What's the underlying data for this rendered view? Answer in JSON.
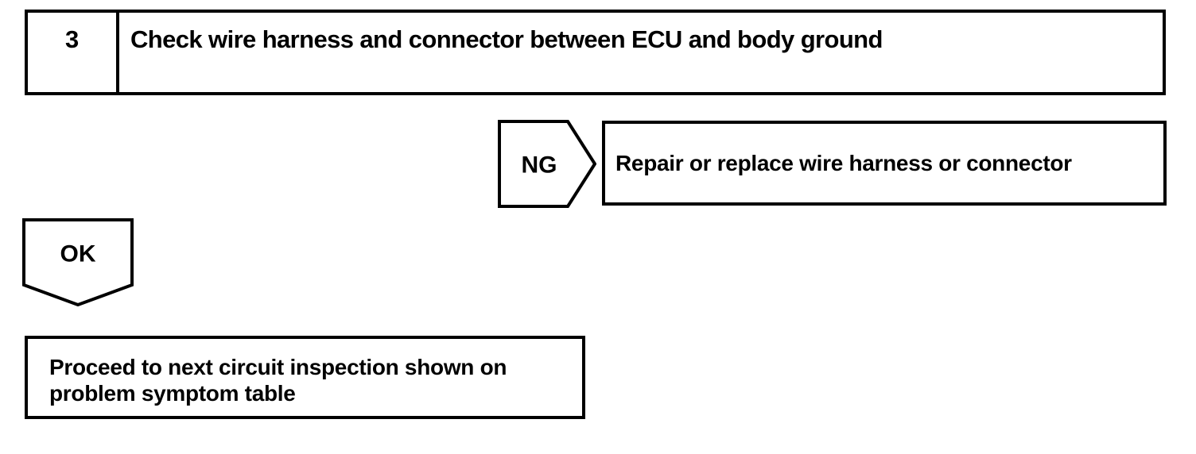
{
  "flowchart": {
    "step_box": {
      "number": "3",
      "title": "Check wire harness and connector between ECU and body ground"
    },
    "ng_branch": {
      "label": "NG",
      "action": "Repair or replace wire harness or connector"
    },
    "ok_branch": {
      "label": "OK",
      "action_lines": {
        "line1": "Proceed to next circuit inspection shown on",
        "line2": "problem symptom table"
      }
    },
    "colors": {
      "line": "#000000",
      "background": "#ffffff",
      "text": "#000000"
    }
  }
}
